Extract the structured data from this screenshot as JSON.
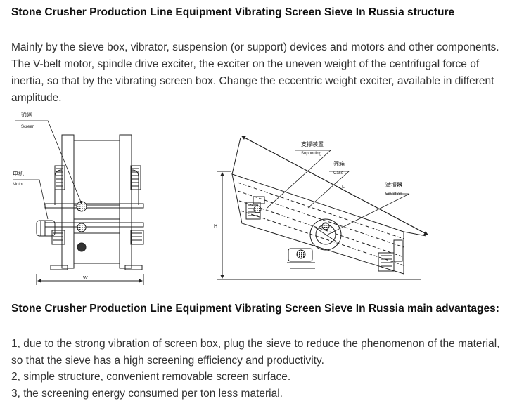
{
  "heading_structure": "Stone Crusher Production Line Equipment Vibrating Screen Sieve In Russia structure",
  "intro_text": "Mainly by the sieve box, vibrator, suspension (or support) devices and motors and other components. The V-belt motor, spindle drive exciter, the exciter on the uneven weight of the centrifugal force of inertia, so that by the vibrating screen box. Change the eccentric weight exciter, available in different amplitude.",
  "diagram": {
    "left_view": {
      "screen_cn": "筛网",
      "screen_en": "Screen",
      "motor_cn": "电机",
      "motor_en": "Motor",
      "width_label": "W"
    },
    "right_view": {
      "supporting_cn": "支撑装置",
      "supporting_en": "Supporting",
      "case_cn": "筛箱",
      "case_en": "Case",
      "vibration_cn": "激振器",
      "vibration_en": "Vibration",
      "height_label": "H",
      "length_label": "L"
    }
  },
  "heading_advantages": "Stone Crusher Production Line Equipment Vibrating Screen Sieve In Russia main advantages:",
  "advantages": [
    "1, due to the strong vibration of screen box, plug the sieve to reduce the phenomenon of the material, so that the sieve has a high screening efficiency and productivity.",
    "2, simple structure, convenient removable screen surface.",
    "3, the screening energy consumed per ton less material."
  ]
}
